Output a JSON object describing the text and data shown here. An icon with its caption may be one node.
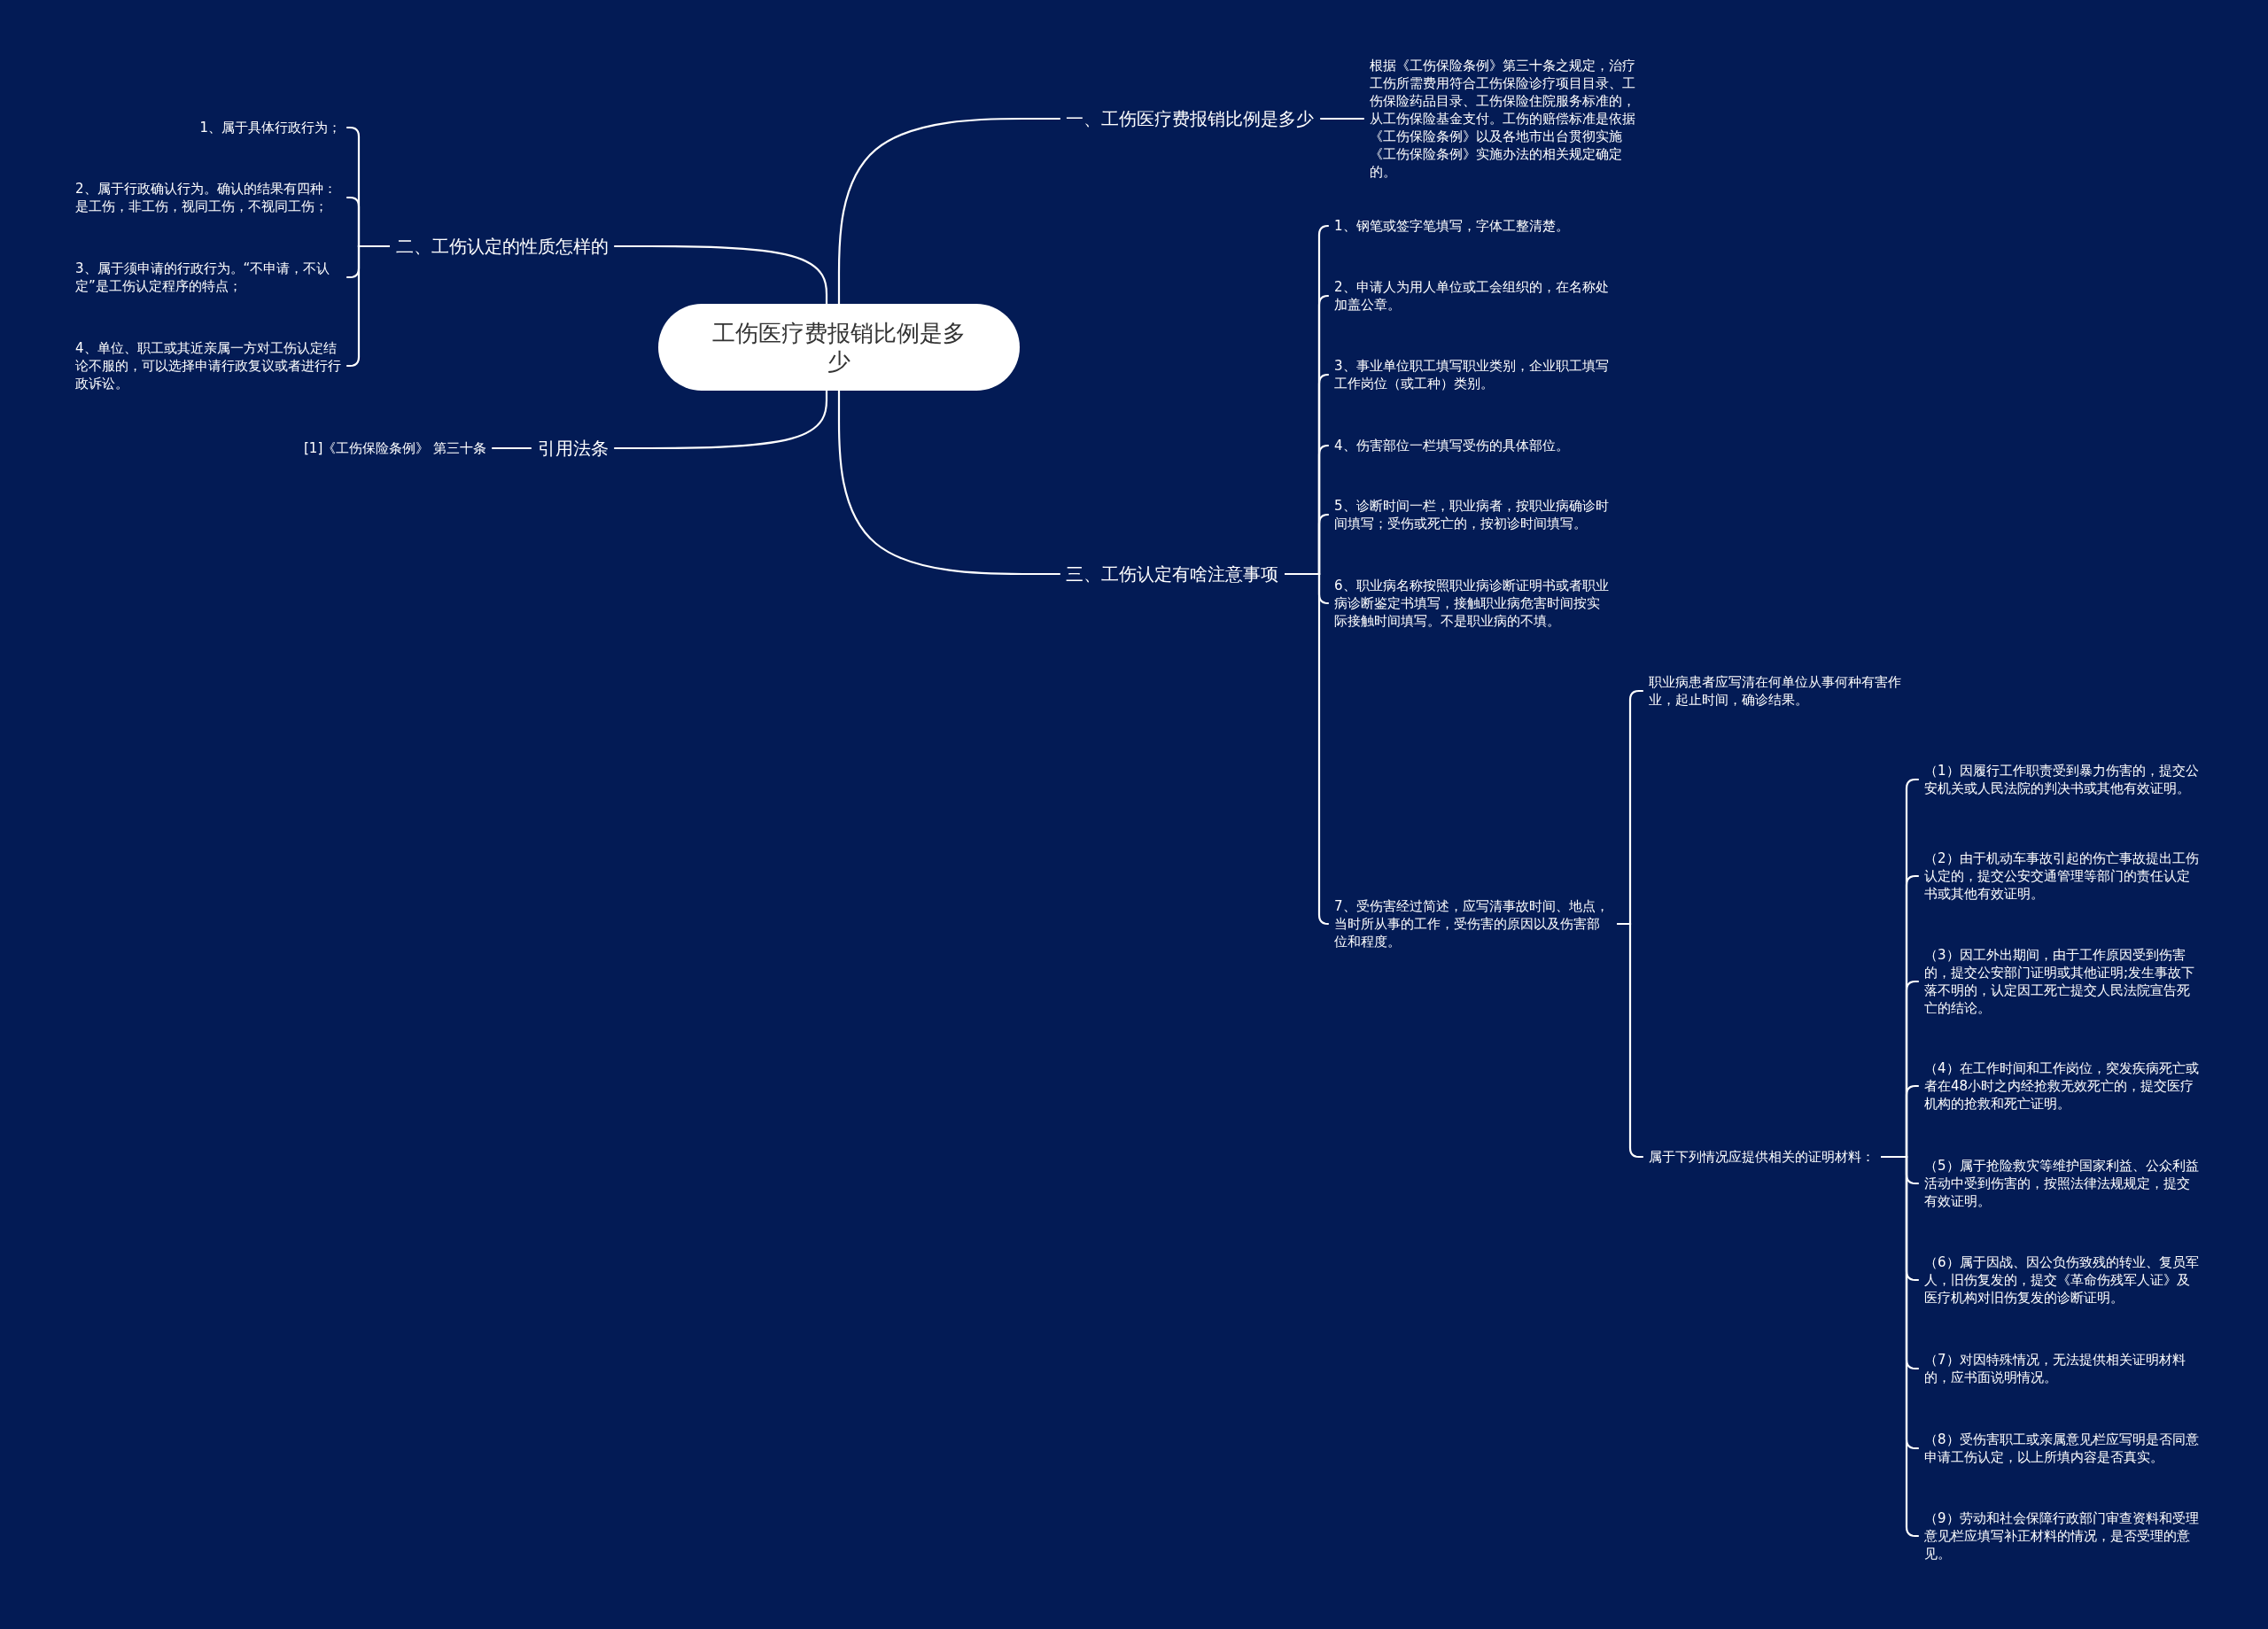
{
  "diagram": {
    "nodes": [
      {
        "text": [
          "工伤医疗费报销比例是多少"
        ]
      },
      {
        "text": [
          "一、工伤医疗费报销比例是多少"
        ]
      },
      {
        "text": [
          "根据《工伤保险条例》第三十条之规定，治疗工伤所需费用符合工伤保险诊疗项目目录、工伤保险药品目录、工伤保险住院服务标准的，从工伤保险基金支付。工伤的赔偿标准是依据《工伤保险条例》以及各地市出台贯彻实施《工伤保险条例》实施办法的相关规定确定的。"
        ]
      },
      {
        "text": [
          "二、工伤认定的性质怎样的"
        ]
      },
      {
        "text": [
          "1、属于具体行政行为；"
        ]
      },
      {
        "text": [
          "2、属于行政确认行为。确认的结果有四种：是工伤，非工伤，视同工伤，不视同工伤；"
        ]
      },
      {
        "text": [
          "3、属于须申请的行政行为。“不申请，不认定”是工伤认定程序的特点；"
        ]
      },
      {
        "text": [
          "4、单位、职工或其近亲属一方对工伤认定结论不服的，可以选择申请行政复议或者进行行政诉讼。"
        ]
      },
      {
        "text": [
          "引用法条"
        ]
      },
      {
        "text": [
          "[1]《工伤保险条例》 第三十条"
        ]
      },
      {
        "text": [
          "三、工伤认定有啥注意事项"
        ]
      },
      {
        "text": [
          "1、钢笔或签字笔填写，字体工整清楚。"
        ]
      },
      {
        "text": [
          "2、申请人为用人单位或工会组织的，在名称处加盖公章。"
        ]
      },
      {
        "text": [
          "3、事业单位职工填写职业类别，企业职工填写工作岗位（或工种）类别。"
        ]
      },
      {
        "text": [
          "4、伤害部位一栏填写受伤的具体部位。"
        ]
      },
      {
        "text": [
          "5、诊断时间一栏，职业病者，按职业病确诊时间填写；受伤或死亡的，按初诊时间填写。"
        ]
      },
      {
        "text": [
          "6、职业病名称按照职业病诊断证明书或者职业病诊断鉴定书填写，接触职业病危害时间按实际接触时间填写。不是职业病的不填。"
        ]
      },
      {
        "text": [
          "7、受伤害经过简述，应写清事故时间、地点，当时所从事的工作，受伤害的原因以及伤害部位和程度。"
        ]
      },
      {
        "text": [
          "职业病患者应写清在何单位从事何种有害作业，起止时间，确诊结果。"
        ]
      },
      {
        "text": [
          "属于下列情况应提供相关的证明材料："
        ]
      },
      {
        "text": [
          "（1）因履行工作职责受到暴力伤害的，提交公安机关或人民法院的判决书或其他有效证明。"
        ]
      },
      {
        "text": [
          "（2）由于机动车事故引起的伤亡事故提出工伤认定的，提交公安交通管理等部门的责任认定书或其他有效证明。"
        ]
      },
      {
        "text": [
          "（3）因工外出期间，由于工作原因受到伤害的，提交公安部门证明或其他证明;发生事故下落不明的，认定因工死亡提交人民法院宣告死亡的结论。"
        ]
      },
      {
        "text": [
          "（4）在工作时间和工作岗位，突发疾病死亡或者在48小时之内经抢救无效死亡的，提交医疗机构的抢救和死亡证明。"
        ]
      },
      {
        "text": [
          "（5）属于抢险救灾等维护国家利益、公众利益活动中受到伤害的，按照法律法规规定，提交有效证明。"
        ]
      },
      {
        "text": [
          "（6）属于因战、因公负伤致残的转业、复员军人，旧伤复发的，提交《革命伤残军人证》及医疗机构对旧伤复发的诊断证明。"
        ]
      },
      {
        "text": [
          "（7）对因特殊情况，无法提供相关证明材料的，应书面说明情况。"
        ]
      },
      {
        "text": [
          "（8）受伤害职工或亲属意见栏应写明是否同意申请工伤认定，以上所填内容是否真实。"
        ]
      },
      {
        "text": [
          "（9）劳动和社会保障行政部门审查资料和受理意见栏应填写补正材料的情况，是否受理的意见。"
        ]
      }
    ],
    "edges": [
      {
        "from": 0,
        "to": 1,
        "arrow": "none"
      },
      {
        "from": 1,
        "to": 2,
        "arrow": "none"
      },
      {
        "from": 0,
        "to": 3,
        "arrow": "none"
      },
      {
        "from": 3,
        "to": 4,
        "arrow": "none"
      },
      {
        "from": 3,
        "to": 5,
        "arrow": "none"
      },
      {
        "from": 3,
        "to": 6,
        "arrow": "none"
      },
      {
        "from": 3,
        "to": 7,
        "arrow": "none"
      },
      {
        "from": 0,
        "to": 8,
        "arrow": "none"
      },
      {
        "from": 8,
        "to": 9,
        "arrow": "none"
      },
      {
        "from": 0,
        "to": 10,
        "arrow": "none"
      },
      {
        "from": 10,
        "to": 11,
        "arrow": "none"
      },
      {
        "from": 10,
        "to": 12,
        "arrow": "none"
      },
      {
        "from": 10,
        "to": 13,
        "arrow": "none"
      },
      {
        "from": 10,
        "to": 14,
        "arrow": "none"
      },
      {
        "from": 10,
        "to": 15,
        "arrow": "none"
      },
      {
        "from": 10,
        "to": 16,
        "arrow": "none"
      },
      {
        "from": 10,
        "to": 17,
        "arrow": "none"
      },
      {
        "from": 17,
        "to": 18,
        "arrow": "none"
      },
      {
        "from": 17,
        "to": 19,
        "arrow": "none"
      },
      {
        "from": 19,
        "to": 20,
        "arrow": "none"
      },
      {
        "from": 19,
        "to": 21,
        "arrow": "none"
      },
      {
        "from": 19,
        "to": 22,
        "arrow": "none"
      },
      {
        "from": 19,
        "to": 23,
        "arrow": "none"
      },
      {
        "from": 19,
        "to": 24,
        "arrow": "none"
      },
      {
        "from": 19,
        "to": 25,
        "arrow": "none"
      },
      {
        "from": 19,
        "to": 26,
        "arrow": "none"
      },
      {
        "from": 19,
        "to": 27,
        "arrow": "none"
      },
      {
        "from": 19,
        "to": 28,
        "arrow": "none"
      }
    ]
  }
}
